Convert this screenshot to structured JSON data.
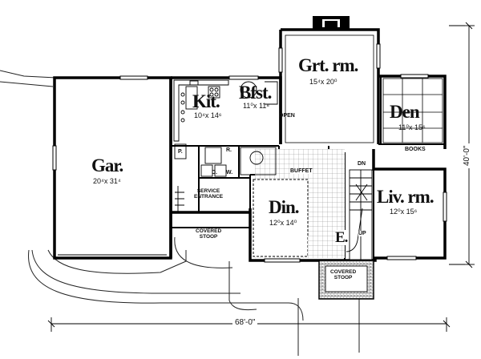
{
  "rooms": {
    "garage": {
      "name": "Gar.",
      "size": "20⁴x 31⁴"
    },
    "kitchen": {
      "name": "Kit.",
      "size": "10⁴x 14⁶"
    },
    "breakfast": {
      "name": "Bfst.",
      "size": "11⁰x 11⁸"
    },
    "great_room": {
      "name": "Grt. rm.",
      "size": "15⁴x 20⁰"
    },
    "den": {
      "name": "Den",
      "size": "11⁰x 15⁶"
    },
    "dining": {
      "name": "Din.",
      "size": "12⁰x 14⁰"
    },
    "living": {
      "name": "Liv. rm.",
      "size": "12⁰x 15⁶"
    },
    "entry": {
      "name": "E."
    }
  },
  "labels": {
    "open": "OPEN",
    "buffet": "BUFFET",
    "books": "BOOKS",
    "dn": "DN",
    "up": "UP",
    "pantry": "P.",
    "refrigerator": "R.",
    "dryer": "D.",
    "washer": "W.",
    "service_entrance": "SERVICE\nENTRANCE",
    "covered_stoop_side": "COVERED\nSTOOP",
    "covered_stoop_front": "COVERED\nSTOOP"
  },
  "dimensions": {
    "width": "68'-0\"",
    "depth": "40'-0\""
  }
}
